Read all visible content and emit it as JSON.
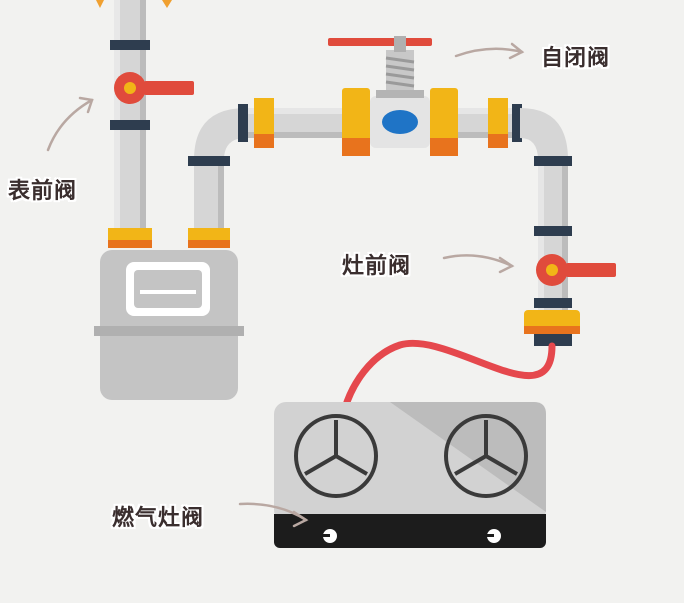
{
  "labels": {
    "self_closing_valve": "自闭阀",
    "meter_front_valve": "表前阀",
    "stove_front_valve": "灶前阀",
    "gas_stove_valve": "燃气灶阀"
  },
  "colors": {
    "background": "#f2f2f0",
    "pipe": "#d6d6d6",
    "pipe_dark": "#bcbcbc",
    "fitting_yellow": "#f2b517",
    "fitting_orange": "#e8731d",
    "navy_band": "#2e3d4f",
    "valve_handle": "#e04b3c",
    "meter_body": "#c4c4c4",
    "stove_body": "#d2d2d2",
    "stove_front": "#1c1c1c",
    "hose": "#e5484d",
    "blue_window": "#1f74c6",
    "label_text": "#3a2e2e"
  }
}
